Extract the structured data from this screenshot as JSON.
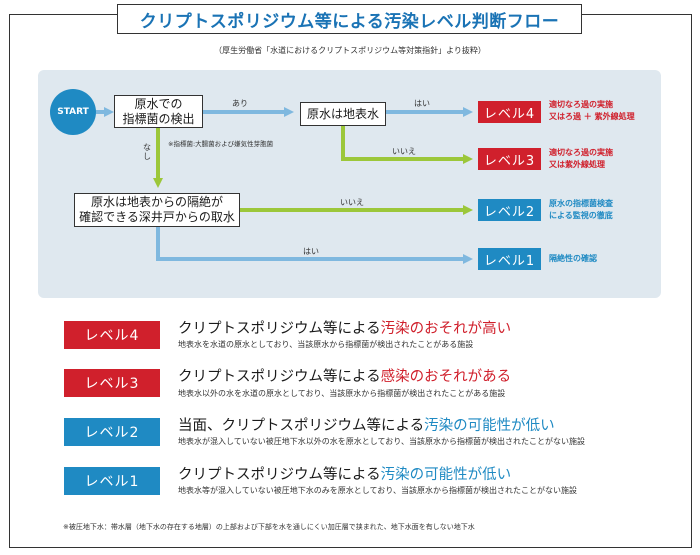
{
  "title": "クリプトスポリジウム等による汚染レベル判断フロー",
  "source": "（厚生労働省「水道におけるクリプトスポリジウム等対策指針」より抜粋）",
  "flow": {
    "start": "START",
    "node_detect": [
      "原水での",
      "指標菌の検出"
    ],
    "node_detect_note": "※指標菌:大腸菌および嫌気性芽胞菌",
    "node_surface": "原水は地表水",
    "node_isolated": [
      "原水は地表からの隔絶が",
      "確認できる深井戸からの取水"
    ],
    "edge_yes_detect": "あり",
    "edge_no_detect": "なし",
    "edge_yes_surface": "はい",
    "edge_no_surface": "いいえ",
    "edge_no_isolated": "いいえ",
    "edge_yes_isolated": "はい",
    "levels": [
      {
        "label": "レベル4",
        "desc": [
          "適切なろ過の実施",
          "又はろ過 ＋ 紫外線処理"
        ],
        "color": "#d0202c"
      },
      {
        "label": "レベル3",
        "desc": [
          "適切なろ過の実施",
          "又は紫外線処理"
        ],
        "color": "#d0202c"
      },
      {
        "label": "レベル2",
        "desc": [
          "原水の指標菌検査",
          "による監視の徹底"
        ],
        "color": "#1f8ac3"
      },
      {
        "label": "レベル1",
        "desc": [
          "隔絶性の確認"
        ],
        "color": "#1f8ac3"
      }
    ]
  },
  "legend": [
    {
      "badge": "レベル4",
      "title_a": "クリプトスポリジウム等による",
      "title_b": "汚染のおそれが高い",
      "sub": "地表水を水道の原水としており、当該原水から指標菌が検出されたことがある施設"
    },
    {
      "badge": "レベル3",
      "title_a": "クリプトスポリジウム等による",
      "title_b": "感染のおそれがある",
      "sub": "地表水以外の水を水道の原水としており、当該原水から指標菌が検出されたことがある施設"
    },
    {
      "badge": "レベル2",
      "title_a": "当面、クリプトスポリジウム等による",
      "title_b": "汚染の可能性が低い",
      "sub": "地表水が混入していない被圧地下水以外の水を原水としており、当該原水から指標菌が検出されたことがない施設"
    },
    {
      "badge": "レベル1",
      "title_a": "クリプトスポリジウム等による",
      "title_b": "汚染の可能性が低い",
      "sub": "地表水等が混入していない被圧地下水のみを原水としており、当該原水から指標菌が検出されたことがない施設"
    }
  ],
  "footnote": "※被圧地下水：帯水層（地下水の存在する地層）の上部および下部を水を通しにくい加圧層で挟まれた、地下水面を有しない地下水",
  "colors": {
    "red": "#d0202c",
    "blue": "#1f8ac3",
    "green": "#9cc73a",
    "lightblue": "#7fb8df",
    "panel": "#dfe8ef"
  }
}
